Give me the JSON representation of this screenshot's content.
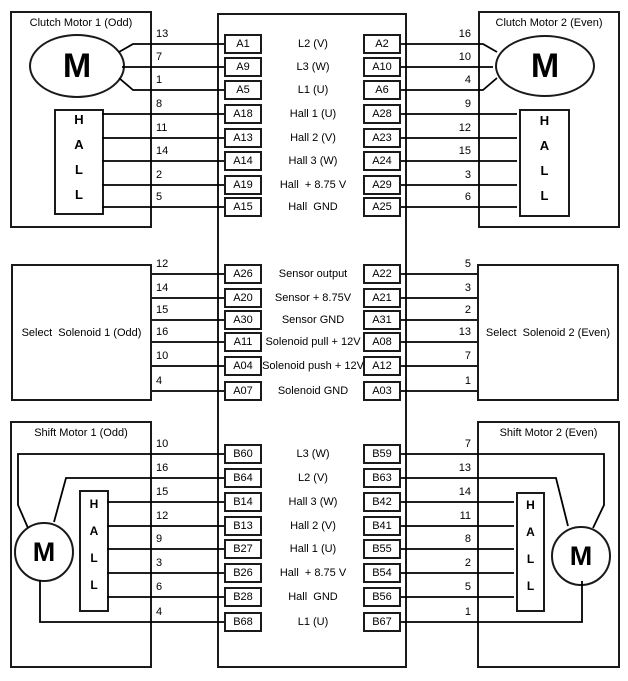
{
  "diagram": {
    "colors": {
      "line": "#000000",
      "background": "#ffffff",
      "text": "#000000"
    },
    "sections": [
      {
        "name": "clutch",
        "left_device": {
          "label": "Clutch Motor 1 (Odd)",
          "motor_label": "M",
          "hall_label": "HALL"
        },
        "right_device": {
          "label": "Clutch Motor 2 (Even)",
          "motor_label": "M",
          "hall_label": "HALL"
        },
        "rows": [
          {
            "left_wire": "13",
            "left_pin": "A1",
            "signal": "L2 (V)",
            "right_pin": "A2",
            "right_wire": "16"
          },
          {
            "left_wire": "7",
            "left_pin": "A9",
            "signal": "L3 (W)",
            "right_pin": "A10",
            "right_wire": "10"
          },
          {
            "left_wire": "1",
            "left_pin": "A5",
            "signal": "L1 (U)",
            "right_pin": "A6",
            "right_wire": "4"
          },
          {
            "left_wire": "8",
            "left_pin": "A18",
            "signal": "Hall 1 (U)",
            "right_pin": "A28",
            "right_wire": "9"
          },
          {
            "left_wire": "11",
            "left_pin": "A13",
            "signal": "Hall 2 (V)",
            "right_pin": "A23",
            "right_wire": "12"
          },
          {
            "left_wire": "14",
            "left_pin": "A14",
            "signal": "Hall 3 (W)",
            "right_pin": "A24",
            "right_wire": "15"
          },
          {
            "left_wire": "2",
            "left_pin": "A19",
            "signal": "Hall  + 8.75 V",
            "right_pin": "A29",
            "right_wire": "3"
          },
          {
            "left_wire": "5",
            "left_pin": "A15",
            "signal": "Hall  GND",
            "right_pin": "A25",
            "right_wire": "6"
          }
        ]
      },
      {
        "name": "select",
        "left_device": {
          "label": "Select  Solenoid 1 (Odd)"
        },
        "right_device": {
          "label": "Select  Solenoid 2 (Even)"
        },
        "rows": [
          {
            "left_wire": "12",
            "left_pin": "A26",
            "signal": "Sensor output",
            "right_pin": "A22",
            "right_wire": "5"
          },
          {
            "left_wire": "14",
            "left_pin": "A20",
            "signal": "Sensor + 8.75V",
            "right_pin": "A21",
            "right_wire": "3"
          },
          {
            "left_wire": "15",
            "left_pin": "A30",
            "signal": "Sensor GND",
            "right_pin": "A31",
            "right_wire": "2"
          },
          {
            "left_wire": "16",
            "left_pin": "A11",
            "signal": "Solenoid pull + 12V",
            "right_pin": "A08",
            "right_wire": "13"
          },
          {
            "left_wire": "10",
            "left_pin": "A04",
            "signal": "Solenoid push + 12V",
            "right_pin": "A12",
            "right_wire": "7"
          },
          {
            "left_wire": "4",
            "left_pin": "A07",
            "signal": "Solenoid GND",
            "right_pin": "A03",
            "right_wire": "1"
          }
        ]
      },
      {
        "name": "shift",
        "left_device": {
          "label": "Shift Motor 1 (Odd)",
          "motor_label": "M",
          "hall_label": "HALL"
        },
        "right_device": {
          "label": "Shift Motor 2 (Even)",
          "motor_label": "M",
          "hall_label": "HALL"
        },
        "rows": [
          {
            "left_wire": "10",
            "left_pin": "B60",
            "signal": "L3 (W)",
            "right_pin": "B59",
            "right_wire": "7"
          },
          {
            "left_wire": "16",
            "left_pin": "B64",
            "signal": "L2 (V)",
            "right_pin": "B63",
            "right_wire": "13"
          },
          {
            "left_wire": "15",
            "left_pin": "B14",
            "signal": "Hall 3 (W)",
            "right_pin": "B42",
            "right_wire": "14"
          },
          {
            "left_wire": "12",
            "left_pin": "B13",
            "signal": "Hall 2 (V)",
            "right_pin": "B41",
            "right_wire": "11"
          },
          {
            "left_wire": "9",
            "left_pin": "B27",
            "signal": "Hall 1 (U)",
            "right_pin": "B55",
            "right_wire": "8"
          },
          {
            "left_wire": "3",
            "left_pin": "B26",
            "signal": "Hall  + 8.75 V",
            "right_pin": "B54",
            "right_wire": "2"
          },
          {
            "left_wire": "6",
            "left_pin": "B28",
            "signal": "Hall  GND",
            "right_pin": "B56",
            "right_wire": "5"
          },
          {
            "left_wire": "4",
            "left_pin": "B68",
            "signal": "L1 (U)",
            "right_pin": "B67",
            "right_wire": "1"
          }
        ]
      }
    ]
  }
}
